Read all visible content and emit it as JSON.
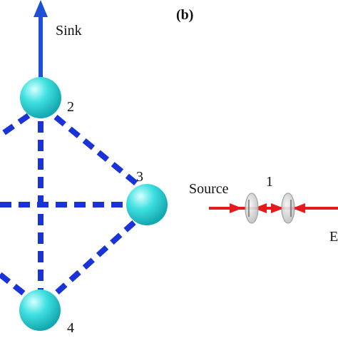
{
  "panel_label": "(b)",
  "labels": {
    "sink": "Sink",
    "source": "Source",
    "cavity": "1",
    "node2": "2",
    "node3": "3",
    "node4": "4",
    "edge_cut": "E"
  },
  "colors": {
    "node": "#33d6d6",
    "node_highlight": "#c8ffff",
    "dashed_edge": "#1a33d9",
    "sink_arrow": "#1f4fd8",
    "beam": "#e51a1a",
    "mirror": "#d8d8d8"
  },
  "icons": {
    "sink_arrow": "arrow-up-icon",
    "mirror": "mirror-icon",
    "beam_arrow": "arrow-right-icon"
  }
}
